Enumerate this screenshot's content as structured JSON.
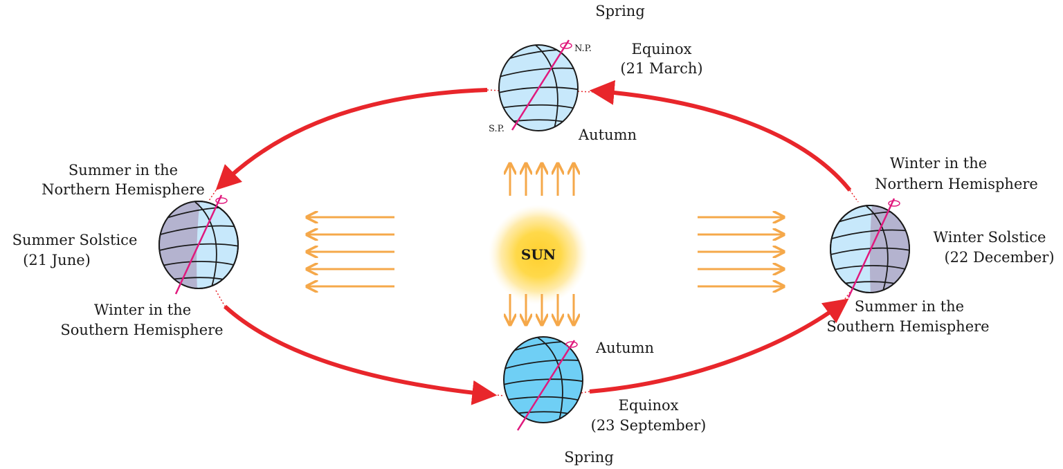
{
  "colors": {
    "orbit": "#e8262b",
    "axis": "#e0197d",
    "sun_rays": "#f5a84a",
    "globe_light": "#c7e8fb",
    "globe_dark": "#b4b3cf",
    "globe_blue": "#6fcff5",
    "sun_core": "#ffd84a"
  },
  "sun": {
    "label": "SUN"
  },
  "top": {
    "above": "Spring",
    "title": "Equinox",
    "date": "(21 March)",
    "below": "Autumn",
    "np": "N.P.",
    "sp": "S.P."
  },
  "left": {
    "north": [
      "Summer in the",
      "Northern Hemisphere"
    ],
    "title": "Summer Solstice",
    "date": "(21 June)",
    "south": [
      "Winter in the",
      "Southern Hemisphere"
    ]
  },
  "right": {
    "north": [
      "Winter in the",
      "Northern Hemisphere"
    ],
    "title": "Winter Solstice",
    "date": "(22 December)",
    "south": [
      "Summer in the",
      "Southern Hemisphere"
    ]
  },
  "bottom": {
    "above": "Autumn",
    "title": "Equinox",
    "date": "(23 September)",
    "below": "Spring"
  }
}
